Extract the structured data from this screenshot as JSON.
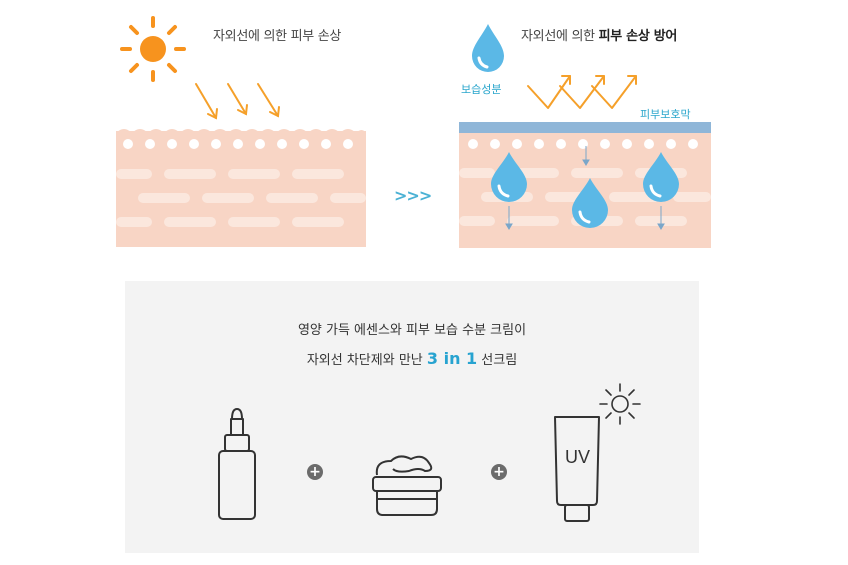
{
  "left_panel": {
    "caption": "자외선에 의한 피부 손상"
  },
  "middle": {
    "arrows": ">>>"
  },
  "right_panel": {
    "caption_plain": "자외선에 의한 ",
    "caption_bold": "피부 손상 방어",
    "moisture_label": "보습성분",
    "barrier_label": "피부보호막"
  },
  "bottom": {
    "line1": "영양 가득 에센스와 피부 보습 수분 크림이",
    "line2_prefix": "자외선 차단제와 만난 ",
    "line2_highlight": "3 in 1",
    "line2_suffix": " 선크림",
    "plus_sign": "+",
    "tube_text": "UV"
  },
  "colors": {
    "sun": "#f7931e",
    "uv_arrow": "#f5a02a",
    "skin": "#f8d5c5",
    "skin_cell": "#fbe7dd",
    "barrier": "#8fb6d8",
    "drop": "#5bb8e6",
    "highlight": "#27a3d0"
  }
}
